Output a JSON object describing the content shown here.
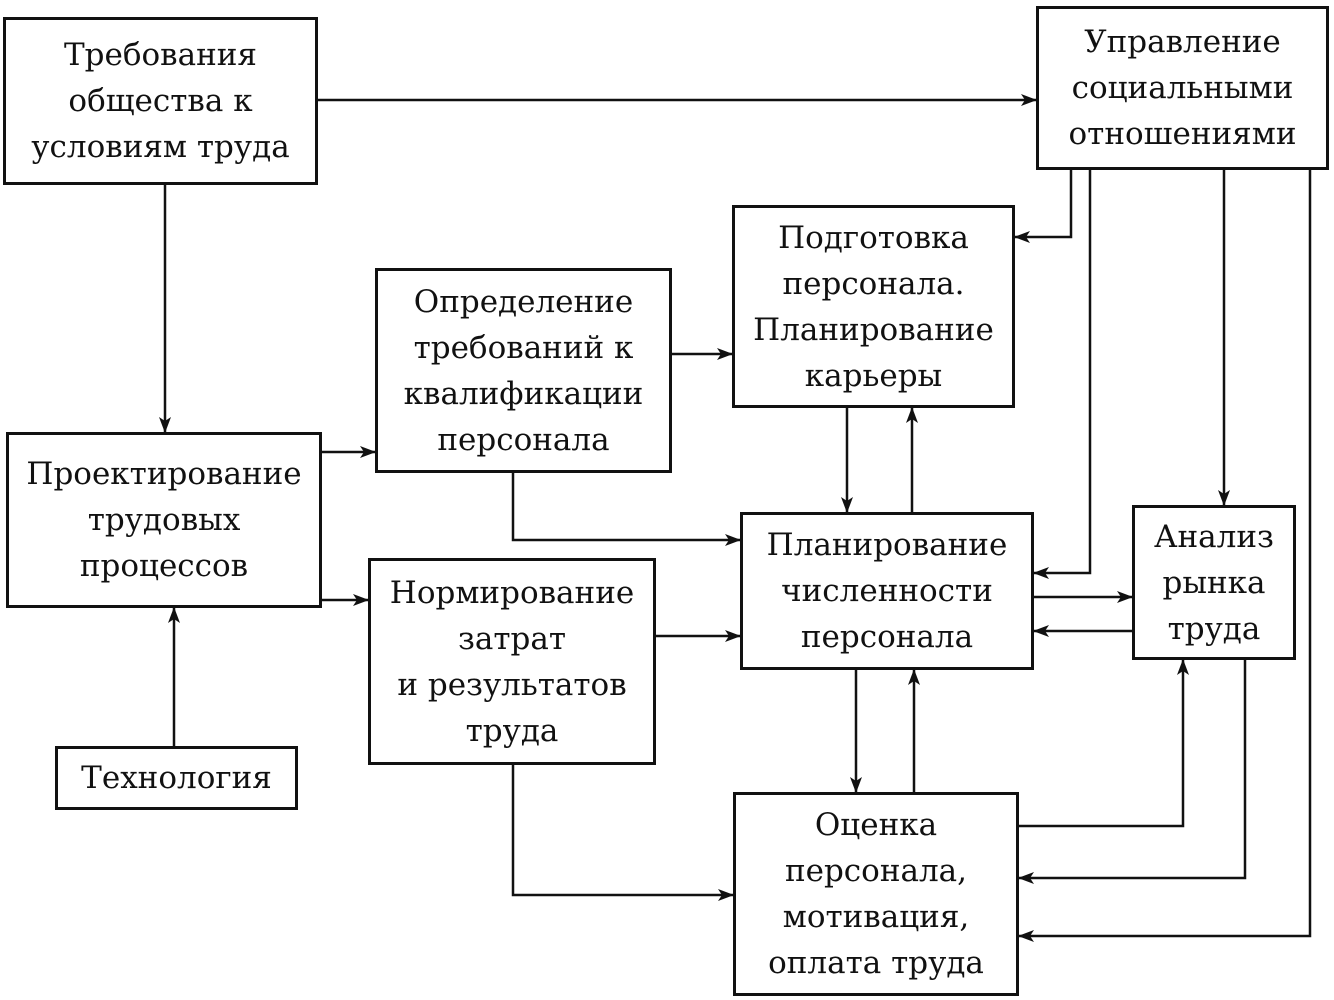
{
  "diagram": {
    "nodes": {
      "society": "Требования\nобщества к\nусловиям труда",
      "social": "Управление\nсоциальными\nотношениями",
      "training": "Подготовка\nперсонала.\nПланирование\nкарьеры",
      "qualification": "Определение\nтребований к\nквалификации\nперсонала",
      "design": "Проектирование\nтрудовых\nпроцессов",
      "norming": "Нормирование\nзатрат\nи результатов\nтруда",
      "headcount": "Планирование\nчисленности\nперсонала",
      "market": "Анализ\nрынка\nтруда",
      "technology": "Технология",
      "evaluation": "Оценка\nперсонала,\nмотивация,\nоплата труда"
    },
    "colors": {
      "line": "#111111",
      "background": "#ffffff"
    }
  }
}
